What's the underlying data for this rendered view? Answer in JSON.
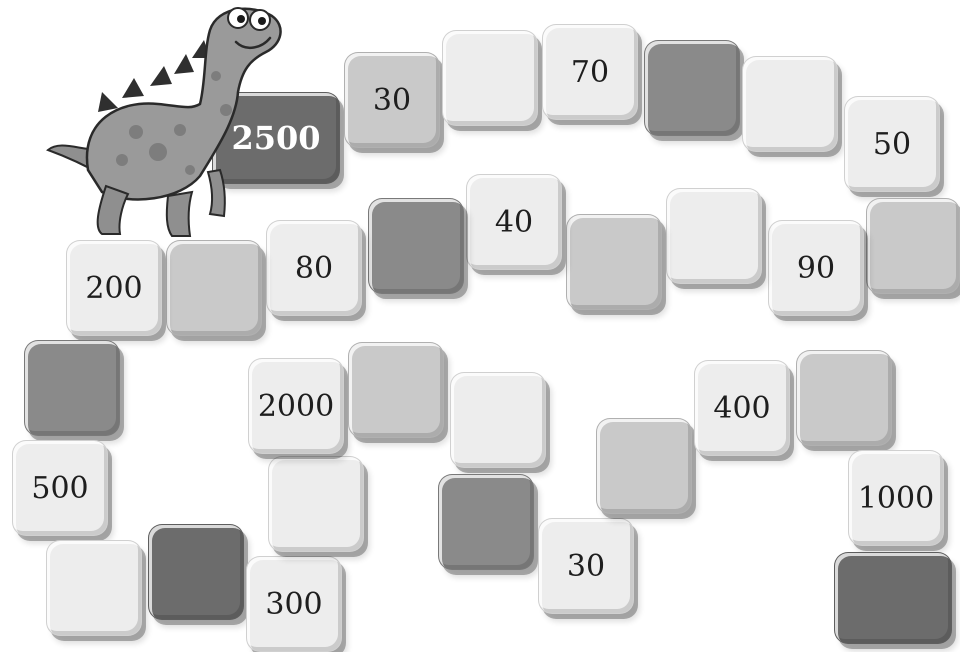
{
  "board": {
    "tiles": [
      {
        "label": "2500",
        "shade": "darker",
        "start": true
      },
      {
        "label": "30",
        "shade": "mid"
      },
      {
        "label": "",
        "shade": "light"
      },
      {
        "label": "70",
        "shade": "light"
      },
      {
        "label": "",
        "shade": "dark"
      },
      {
        "label": "",
        "shade": "light"
      },
      {
        "label": "50",
        "shade": "light"
      },
      {
        "label": "",
        "shade": "mid"
      },
      {
        "label": "90",
        "shade": "light"
      },
      {
        "label": "",
        "shade": "light"
      },
      {
        "label": "",
        "shade": "mid"
      },
      {
        "label": "40",
        "shade": "light"
      },
      {
        "label": "",
        "shade": "dark"
      },
      {
        "label": "80",
        "shade": "light"
      },
      {
        "label": "",
        "shade": "mid"
      },
      {
        "label": "200",
        "shade": "light"
      },
      {
        "label": "",
        "shade": "dark"
      },
      {
        "label": "500",
        "shade": "light"
      },
      {
        "label": "",
        "shade": "light"
      },
      {
        "label": "",
        "shade": "darker"
      },
      {
        "label": "300",
        "shade": "light"
      },
      {
        "label": "",
        "shade": "light"
      },
      {
        "label": "2000",
        "shade": "light"
      },
      {
        "label": "",
        "shade": "mid"
      },
      {
        "label": "",
        "shade": "light"
      },
      {
        "label": "",
        "shade": "dark"
      },
      {
        "label": "30",
        "shade": "light"
      },
      {
        "label": "",
        "shade": "mid"
      },
      {
        "label": "400",
        "shade": "light"
      },
      {
        "label": "",
        "shade": "mid"
      },
      {
        "label": "1000",
        "shade": "light"
      },
      {
        "label": "",
        "shade": "darker"
      }
    ],
    "mascot_icon": "dinosaur-icon"
  }
}
